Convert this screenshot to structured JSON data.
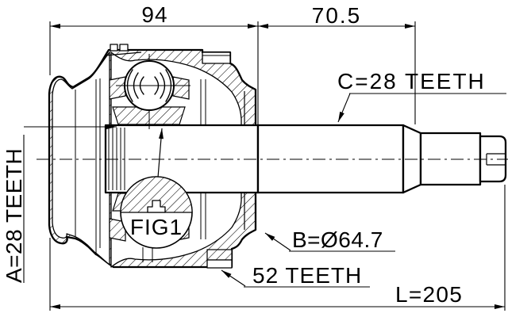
{
  "title": "CV joint outer drive shaft technical drawing",
  "drawing": {
    "dim_housing_width": "94",
    "dim_shaft_section": "70.5",
    "dim_total_length": "L=205",
    "label_inner_spline": "A=28 TEETH",
    "label_outer_spline": "C=28 TEETH",
    "label_outer_diameter": "B=Ø64.7",
    "label_abs_ring": "52 TEETH",
    "label_detail_callout": "FIG1",
    "line_color": "#000000",
    "background_color": "#ffffff"
  }
}
